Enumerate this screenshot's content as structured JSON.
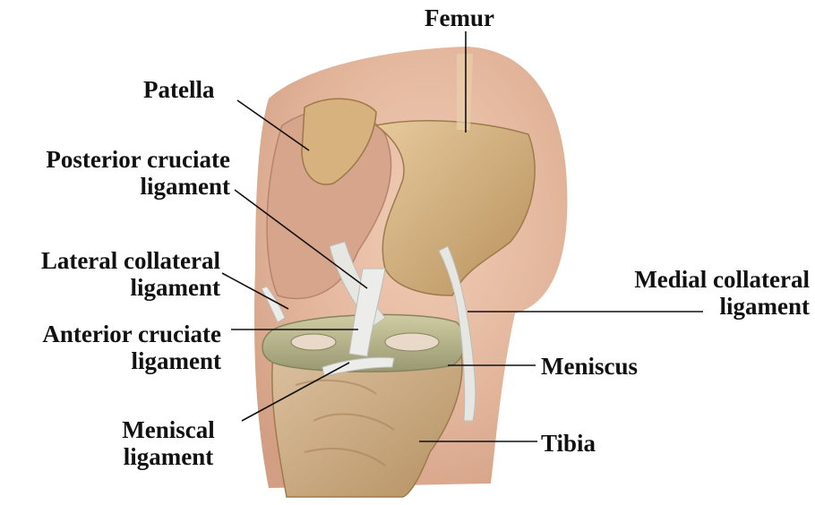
{
  "labels": {
    "femur": "Femur",
    "patella": "Patella",
    "posterior_cruciate": [
      "Posterior cruciate",
      "ligament"
    ],
    "lateral_collateral": [
      "Lateral collateral",
      "ligament"
    ],
    "anterior_cruciate": [
      "Anterior cruciate",
      "ligament"
    ],
    "meniscal_ligament": [
      "Meniscal",
      "ligament"
    ],
    "medial_collateral": [
      "Medial collateral",
      "ligament"
    ],
    "meniscus": "Meniscus",
    "tibia": "Tibia"
  },
  "colors": {
    "skin": "#e3b69c",
    "skin_shadow": "#c99179",
    "bone": "#d9b98a",
    "bone_shadow": "#b8915d",
    "meniscus": "#b7b48a",
    "ligament": "#e6e6e3",
    "leader_line": "#111111"
  }
}
